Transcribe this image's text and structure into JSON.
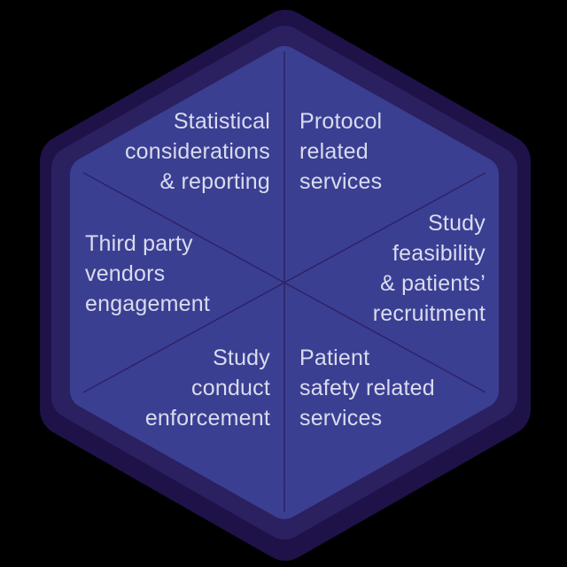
{
  "background": "#000000",
  "colors": {
    "outer_ring": "#1f1249",
    "middle_ring": "#2b2060",
    "inner_face": "#3b3f92",
    "divider_line": "#2e2268",
    "text": "#d9dcee"
  },
  "hexagon": {
    "type": "six-segment hexagon infographic",
    "sections": [
      {
        "id": "statistical-considerations",
        "position": "top-left",
        "label": "Statistical considerations & reporting",
        "lines": [
          "Statistical",
          "considerations",
          "& reporting"
        ]
      },
      {
        "id": "protocol-related-services",
        "position": "top-right",
        "label": "Protocol related services",
        "lines": [
          "Protocol",
          "related",
          "services"
        ]
      },
      {
        "id": "study-feasibility-recruitment",
        "position": "right",
        "label": "Study feasibility & patients’ recruitment",
        "lines": [
          "Study",
          "feasibility",
          "& patients’",
          "recruitment"
        ]
      },
      {
        "id": "patient-safety-services",
        "position": "bottom-right",
        "label": "Patient safety related services",
        "lines": [
          "Patient",
          "safety related",
          "services"
        ]
      },
      {
        "id": "study-conduct-enforcement",
        "position": "bottom-left",
        "label": "Study conduct enforcement",
        "lines": [
          "Study",
          "conduct",
          "enforcement"
        ]
      },
      {
        "id": "third-party-vendors",
        "position": "left",
        "label": "Third party vendors engagement",
        "lines": [
          "Third party",
          "vendors",
          "engagement"
        ]
      }
    ]
  }
}
